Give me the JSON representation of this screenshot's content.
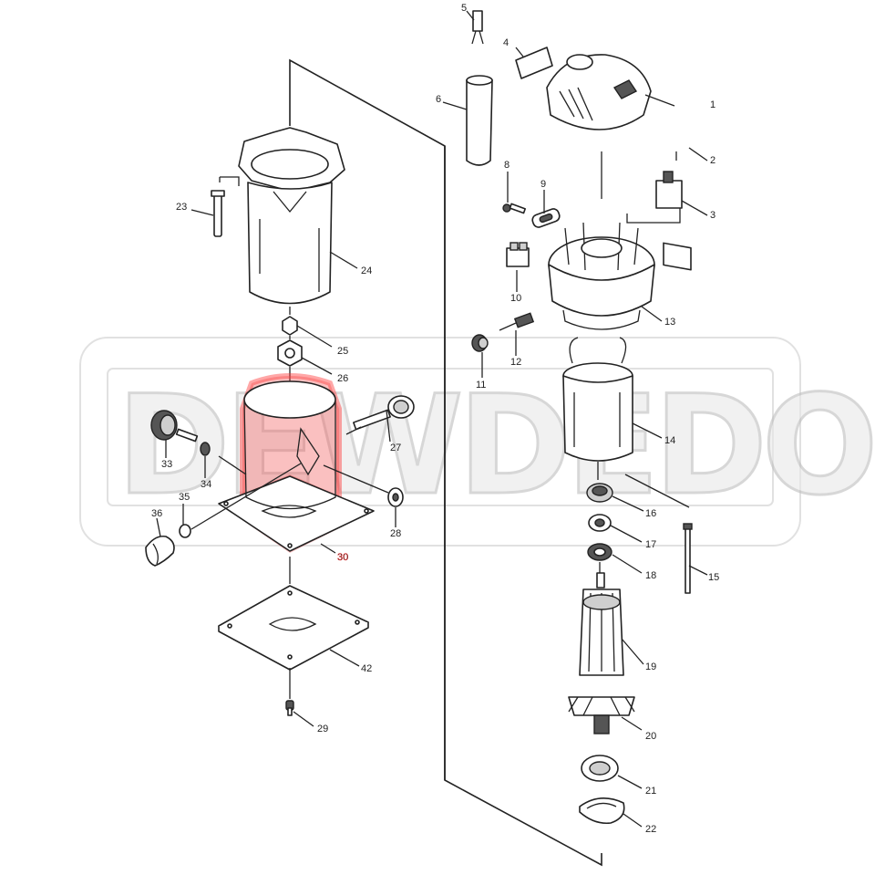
{
  "diagram": {
    "watermark_text": "DEWDEDO",
    "highlight_color": "#ff3b3b",
    "parts": [
      {
        "id": "p1",
        "label": "1"
      },
      {
        "id": "p2",
        "label": "2"
      },
      {
        "id": "p3",
        "label": "3"
      },
      {
        "id": "p4",
        "label": "4"
      },
      {
        "id": "p5",
        "label": "5"
      },
      {
        "id": "p6",
        "label": "6"
      },
      {
        "id": "p8",
        "label": "8"
      },
      {
        "id": "p9",
        "label": "9"
      },
      {
        "id": "p10",
        "label": "10"
      },
      {
        "id": "p11",
        "label": "11"
      },
      {
        "id": "p12",
        "label": "12"
      },
      {
        "id": "p13",
        "label": "13"
      },
      {
        "id": "p14",
        "label": "14"
      },
      {
        "id": "p15",
        "label": "15"
      },
      {
        "id": "p16",
        "label": "16"
      },
      {
        "id": "p17",
        "label": "17"
      },
      {
        "id": "p18",
        "label": "18"
      },
      {
        "id": "p19",
        "label": "19"
      },
      {
        "id": "p20",
        "label": "20"
      },
      {
        "id": "p21",
        "label": "21"
      },
      {
        "id": "p22",
        "label": "22"
      },
      {
        "id": "p23",
        "label": "23"
      },
      {
        "id": "p24",
        "label": "24"
      },
      {
        "id": "p25",
        "label": "25"
      },
      {
        "id": "p26",
        "label": "26"
      },
      {
        "id": "p27",
        "label": "27"
      },
      {
        "id": "p28",
        "label": "28"
      },
      {
        "id": "p29",
        "label": "29"
      },
      {
        "id": "p30",
        "label": "30",
        "highlighted": true
      },
      {
        "id": "p33",
        "label": "33"
      },
      {
        "id": "p34",
        "label": "34"
      },
      {
        "id": "p35",
        "label": "35"
      },
      {
        "id": "p36",
        "label": "36"
      },
      {
        "id": "p42",
        "label": "42"
      }
    ]
  }
}
